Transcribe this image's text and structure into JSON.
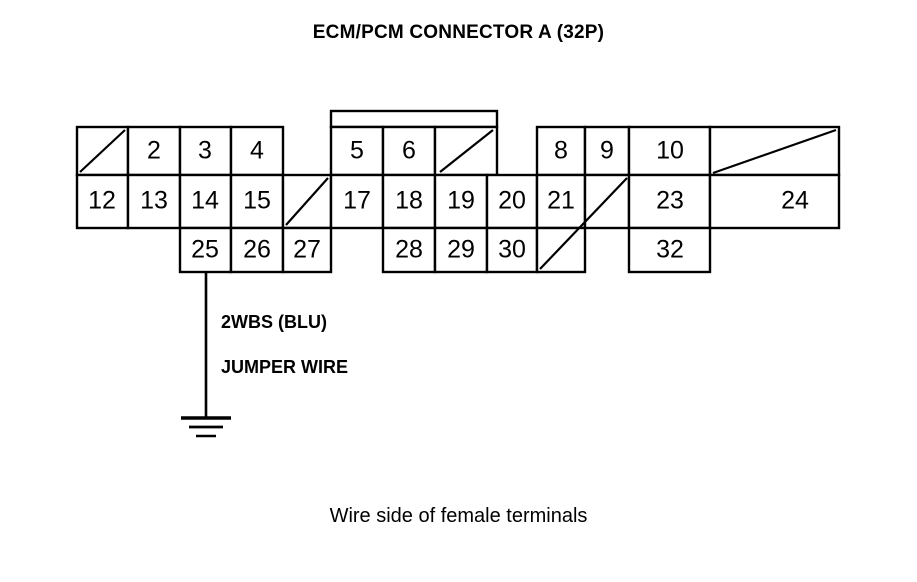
{
  "title": "ECM/PCM CONNECTOR A (32P)",
  "caption": "Wire side of female terminals",
  "wire": {
    "label_line1": "2WBS (BLU)",
    "label_line2": "JUMPER WIRE",
    "attached_terminal": "25",
    "ground_symbol": "earth-ground"
  },
  "connector": {
    "name": "ECM/PCM Connector A",
    "pin_count": "32P",
    "rows": [
      {
        "row": "top",
        "cells": [
          {
            "id": "p1",
            "label": "",
            "blank": true,
            "diagonal": "up"
          },
          {
            "id": "p2",
            "label": "2",
            "blank": false,
            "diagonal": "none"
          },
          {
            "id": "p3",
            "label": "3",
            "blank": false,
            "diagonal": "none"
          },
          {
            "id": "p4",
            "label": "4",
            "blank": false,
            "diagonal": "none"
          },
          {
            "id": "g1",
            "label": "",
            "blank": true,
            "diagonal": "none"
          },
          {
            "id": "p5",
            "label": "5",
            "blank": false,
            "diagonal": "none"
          },
          {
            "id": "p6",
            "label": "6",
            "blank": false,
            "diagonal": "none"
          },
          {
            "id": "p7",
            "label": "",
            "blank": true,
            "diagonal": "up"
          },
          {
            "id": "g2",
            "label": "",
            "blank": true,
            "diagonal": "none"
          },
          {
            "id": "p8",
            "label": "8",
            "blank": false,
            "diagonal": "none"
          },
          {
            "id": "p9",
            "label": "9",
            "blank": false,
            "diagonal": "none"
          },
          {
            "id": "p10",
            "label": "10",
            "blank": false,
            "diagonal": "none"
          },
          {
            "id": "p11",
            "label": "",
            "blank": true,
            "diagonal": "up"
          }
        ]
      },
      {
        "row": "middle",
        "cells": [
          {
            "id": "p12",
            "label": "12",
            "blank": false,
            "diagonal": "none"
          },
          {
            "id": "p13",
            "label": "13",
            "blank": false,
            "diagonal": "none"
          },
          {
            "id": "p14",
            "label": "14",
            "blank": false,
            "diagonal": "none"
          },
          {
            "id": "p15",
            "label": "15",
            "blank": false,
            "diagonal": "none"
          },
          {
            "id": "p16",
            "label": "",
            "blank": true,
            "diagonal": "up"
          },
          {
            "id": "p17",
            "label": "17",
            "blank": false,
            "diagonal": "none"
          },
          {
            "id": "p18",
            "label": "18",
            "blank": false,
            "diagonal": "none"
          },
          {
            "id": "p19",
            "label": "19",
            "blank": false,
            "diagonal": "none"
          },
          {
            "id": "p20",
            "label": "20",
            "blank": false,
            "diagonal": "none"
          },
          {
            "id": "p21",
            "label": "21",
            "blank": false,
            "diagonal": "none"
          },
          {
            "id": "p22",
            "label": "",
            "blank": true,
            "diagonal": "up"
          },
          {
            "id": "p23",
            "label": "23",
            "blank": false,
            "diagonal": "none"
          },
          {
            "id": "p24",
            "label": "24",
            "blank": false,
            "diagonal": "none"
          }
        ]
      },
      {
        "row": "bottom",
        "cells": [
          {
            "id": "b1",
            "label": "",
            "blank": true,
            "diagonal": "none"
          },
          {
            "id": "p25",
            "label": "25",
            "blank": false,
            "diagonal": "none"
          },
          {
            "id": "p26",
            "label": "26",
            "blank": false,
            "diagonal": "none"
          },
          {
            "id": "p27",
            "label": "27",
            "blank": false,
            "diagonal": "none"
          },
          {
            "id": "b2",
            "label": "",
            "blank": true,
            "diagonal": "none"
          },
          {
            "id": "p28",
            "label": "28",
            "blank": false,
            "diagonal": "none"
          },
          {
            "id": "p29",
            "label": "29",
            "blank": false,
            "diagonal": "none"
          },
          {
            "id": "p30",
            "label": "30",
            "blank": false,
            "diagonal": "none"
          },
          {
            "id": "p31",
            "label": "",
            "blank": true,
            "diagonal": "up"
          },
          {
            "id": "b3",
            "label": "",
            "blank": true,
            "diagonal": "none"
          },
          {
            "id": "p32",
            "label": "32",
            "blank": false,
            "diagonal": "none"
          }
        ]
      }
    ]
  }
}
